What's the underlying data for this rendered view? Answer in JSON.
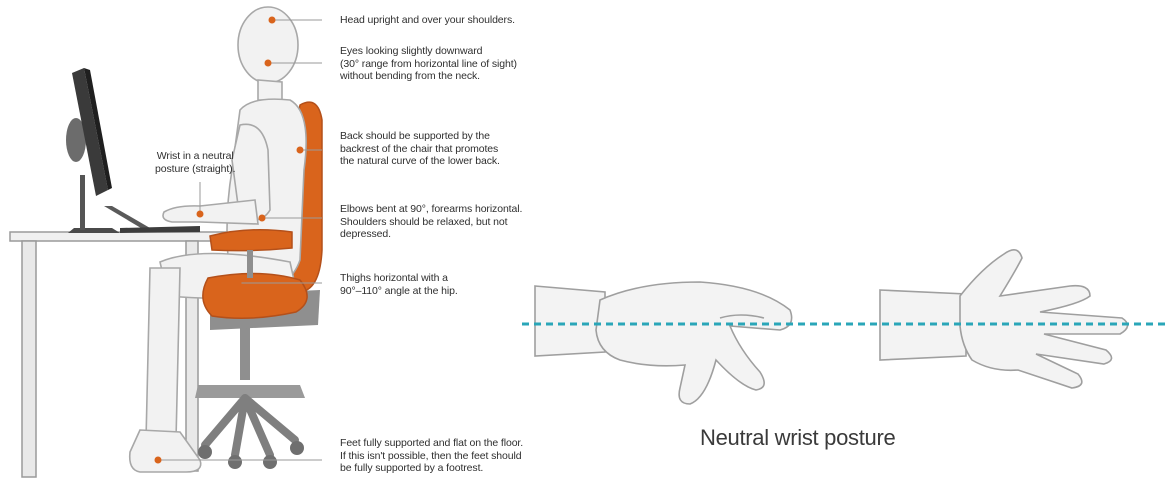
{
  "left_panel": {
    "notes": {
      "head": "Head upright and over your shoulders.",
      "eyes": "Eyes looking slightly downward\n(30° range from horizontal line of sight)\nwithout bending from the neck.",
      "back": "Back should be supported by the\nbackrest of the chair that promotes\nthe natural curve of the lower back.",
      "elbows": "Elbows bent at 90°, forearms horizontal.\nShoulders should be relaxed, but not\ndepressed.",
      "thighs": "Thighs horizontal with a\n90°–110° angle at the hip.",
      "feet": "Feet fully supported and flat on the floor.\nIf this isn't possible, then the feet should\nbe fully supported by a footrest.",
      "wrist": "Wrist in a neutral\nposture (straight)."
    }
  },
  "right_panel": {
    "caption": "Neutral wrist posture",
    "guide_color": "#2aa6b8"
  },
  "colors": {
    "chair_orange": "#d9641c",
    "chair_gray": "#8f8f8f",
    "body_fill": "#f2f2f2",
    "outline": "#a8a8a8",
    "monitor": "#333333"
  }
}
